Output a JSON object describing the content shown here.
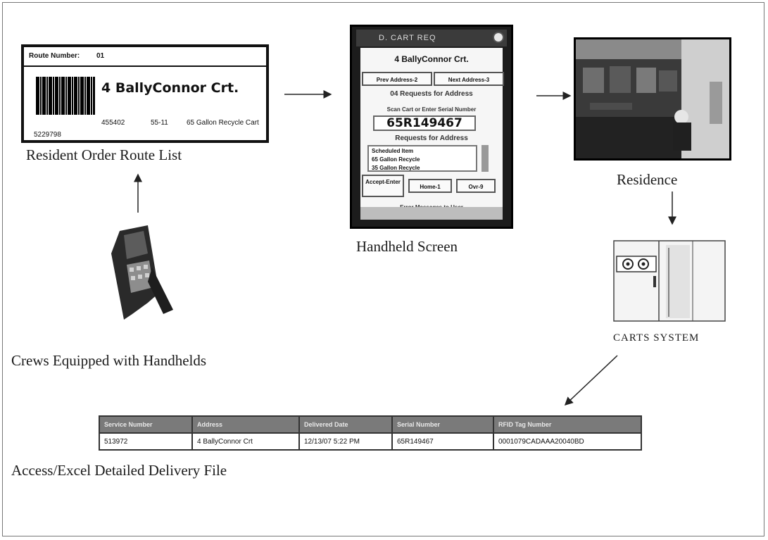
{
  "route_card": {
    "route_number_label": "Route Number:",
    "route_number": "01",
    "address": "4 BallyConnor Crt.",
    "codes": [
      "455402",
      "55-11",
      "65 Gallon Recycle Cart"
    ],
    "id": "5229798"
  },
  "handheld": {
    "title": "D. CART REQ",
    "address": "4 BallyConnor Crt.",
    "prev_button": "Prev Address-2",
    "next_button": "Next Address-3",
    "requests_heading": "04 Requests for Address",
    "scan_prompt": "Scan Cart or Enter Serial Number",
    "serial": "65R149467",
    "list_heading": "Requests for Address",
    "list_items": [
      "Scheduled Item",
      "65 Gallon Recycle",
      "35 Gallon Recycle"
    ],
    "accept_button": "Accept-Enter",
    "home_button": "Home-1",
    "ovr_button": "Ovr-9",
    "error_line": "Error Messages to User"
  },
  "captions": {
    "route_list": "Resident Order Route List",
    "handheld": "Handheld Screen",
    "residence": "Residence",
    "carts": "CARTS SYSTEM",
    "crews": "Crews Equipped with Handhelds",
    "delivery_file": "Access/Excel Detailed Delivery File"
  },
  "delivery_table": {
    "headers": [
      "Service Number",
      "Address",
      "Delivered Date",
      "Serial Number",
      "RFID Tag Number"
    ],
    "row": [
      "513972",
      "4 BallyConnor Crt",
      "12/13/07 5:22 PM",
      "65R149467",
      "0001079CADAAA20040BD"
    ]
  }
}
